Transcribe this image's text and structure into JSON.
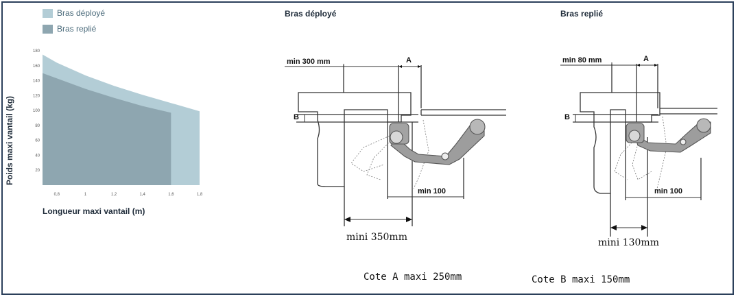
{
  "chart_data": {
    "type": "area",
    "x": [
      0.7,
      0.8,
      1,
      1.2,
      1.4,
      1.6,
      1.8
    ],
    "x_tick_labels": [
      "0,8",
      "1",
      "1,2",
      "1,4",
      "1,6",
      "1,8"
    ],
    "y_ticks": [
      20,
      40,
      60,
      80,
      100,
      120,
      140,
      160,
      180
    ],
    "xlim": [
      0.7,
      1.8
    ],
    "ylim": [
      0,
      180
    ],
    "xlabel": "Longueur maxi vantail (m)",
    "ylabel": "Poids maxi vantail (kg)",
    "legend_position": "top-left",
    "series": [
      {
        "name": "Bras déployé",
        "color": "#b3cdd6",
        "x": [
          0.7,
          0.8,
          1,
          1.2,
          1.4,
          1.6,
          1.8
        ],
        "values": [
          175,
          164,
          147,
          133,
          121,
          110,
          99
        ]
      },
      {
        "name": "Bras replié",
        "color": "#8ea6b0",
        "x": [
          0.7,
          0.8,
          1,
          1.2,
          1.4,
          1.6
        ],
        "values": [
          150,
          143,
          129,
          117,
          106,
          97
        ]
      }
    ]
  },
  "diagram_deployed": {
    "title": "Bras déployé",
    "min_width": "min 300 mm",
    "dim_a": "A",
    "dim_b": "B",
    "min_100": "min 100",
    "mini": "mini 350mm"
  },
  "diagram_folded": {
    "title": "Bras replié",
    "min_width": "min 80 mm",
    "dim_a": "A",
    "dim_b": "B",
    "min_100": "min 100",
    "mini": "mini 130mm"
  },
  "notes": {
    "cote_a": "Cote A maxi 250mm",
    "cote_b": "Cote B maxi 150mm"
  },
  "colors": {
    "frame": "#2b3f5a",
    "drawing": "#333333",
    "arm": "#999999"
  }
}
